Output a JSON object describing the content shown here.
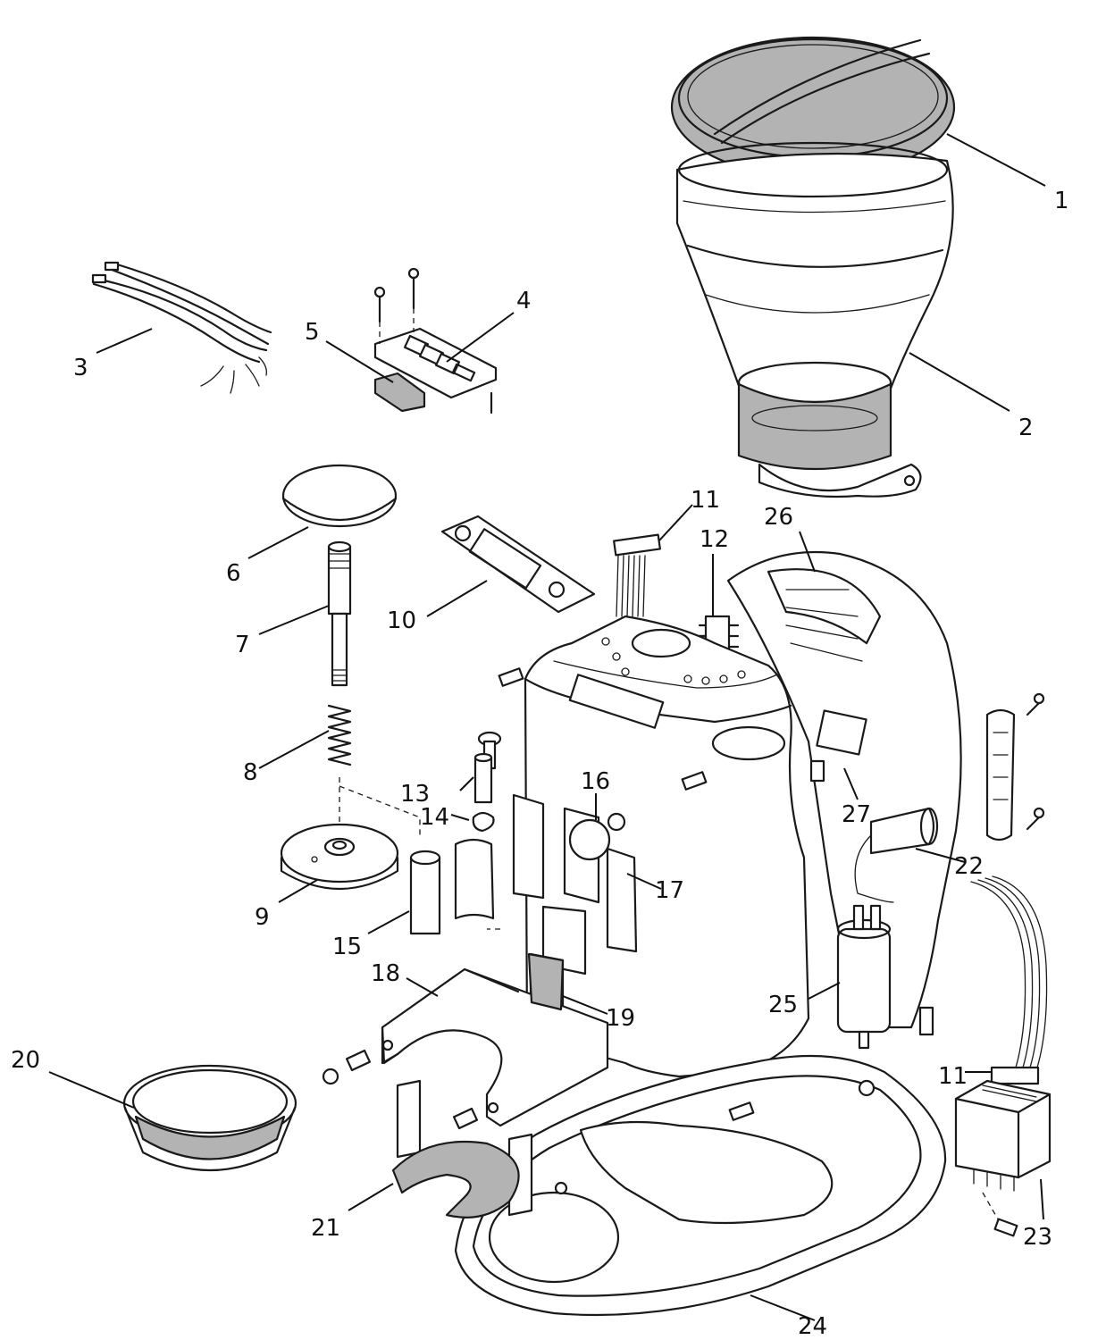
{
  "callouts": [
    {
      "id": "c1",
      "label": "1"
    },
    {
      "id": "c2",
      "label": "2"
    },
    {
      "id": "c3",
      "label": "3"
    },
    {
      "id": "c4",
      "label": "4"
    },
    {
      "id": "c5",
      "label": "5"
    },
    {
      "id": "c6",
      "label": "6"
    },
    {
      "id": "c7",
      "label": "7"
    },
    {
      "id": "c8",
      "label": "8"
    },
    {
      "id": "c9",
      "label": "9"
    },
    {
      "id": "c10",
      "label": "10"
    },
    {
      "id": "c11a",
      "label": "11"
    },
    {
      "id": "c11b",
      "label": "11"
    },
    {
      "id": "c12",
      "label": "12"
    },
    {
      "id": "c13",
      "label": "13"
    },
    {
      "id": "c14",
      "label": "14"
    },
    {
      "id": "c15",
      "label": "15"
    },
    {
      "id": "c16",
      "label": "16"
    },
    {
      "id": "c17",
      "label": "17"
    },
    {
      "id": "c18",
      "label": "18"
    },
    {
      "id": "c19",
      "label": "19"
    },
    {
      "id": "c20",
      "label": "20"
    },
    {
      "id": "c21",
      "label": "21"
    },
    {
      "id": "c22",
      "label": "22"
    },
    {
      "id": "c23",
      "label": "23"
    },
    {
      "id": "c24",
      "label": "24"
    },
    {
      "id": "c25",
      "label": "25"
    },
    {
      "id": "c26",
      "label": "26"
    },
    {
      "id": "c27",
      "label": "27"
    }
  ],
  "colors": {
    "line": "#1a1a1a",
    "shade": "#b3b3b3",
    "background": "#ffffff"
  }
}
